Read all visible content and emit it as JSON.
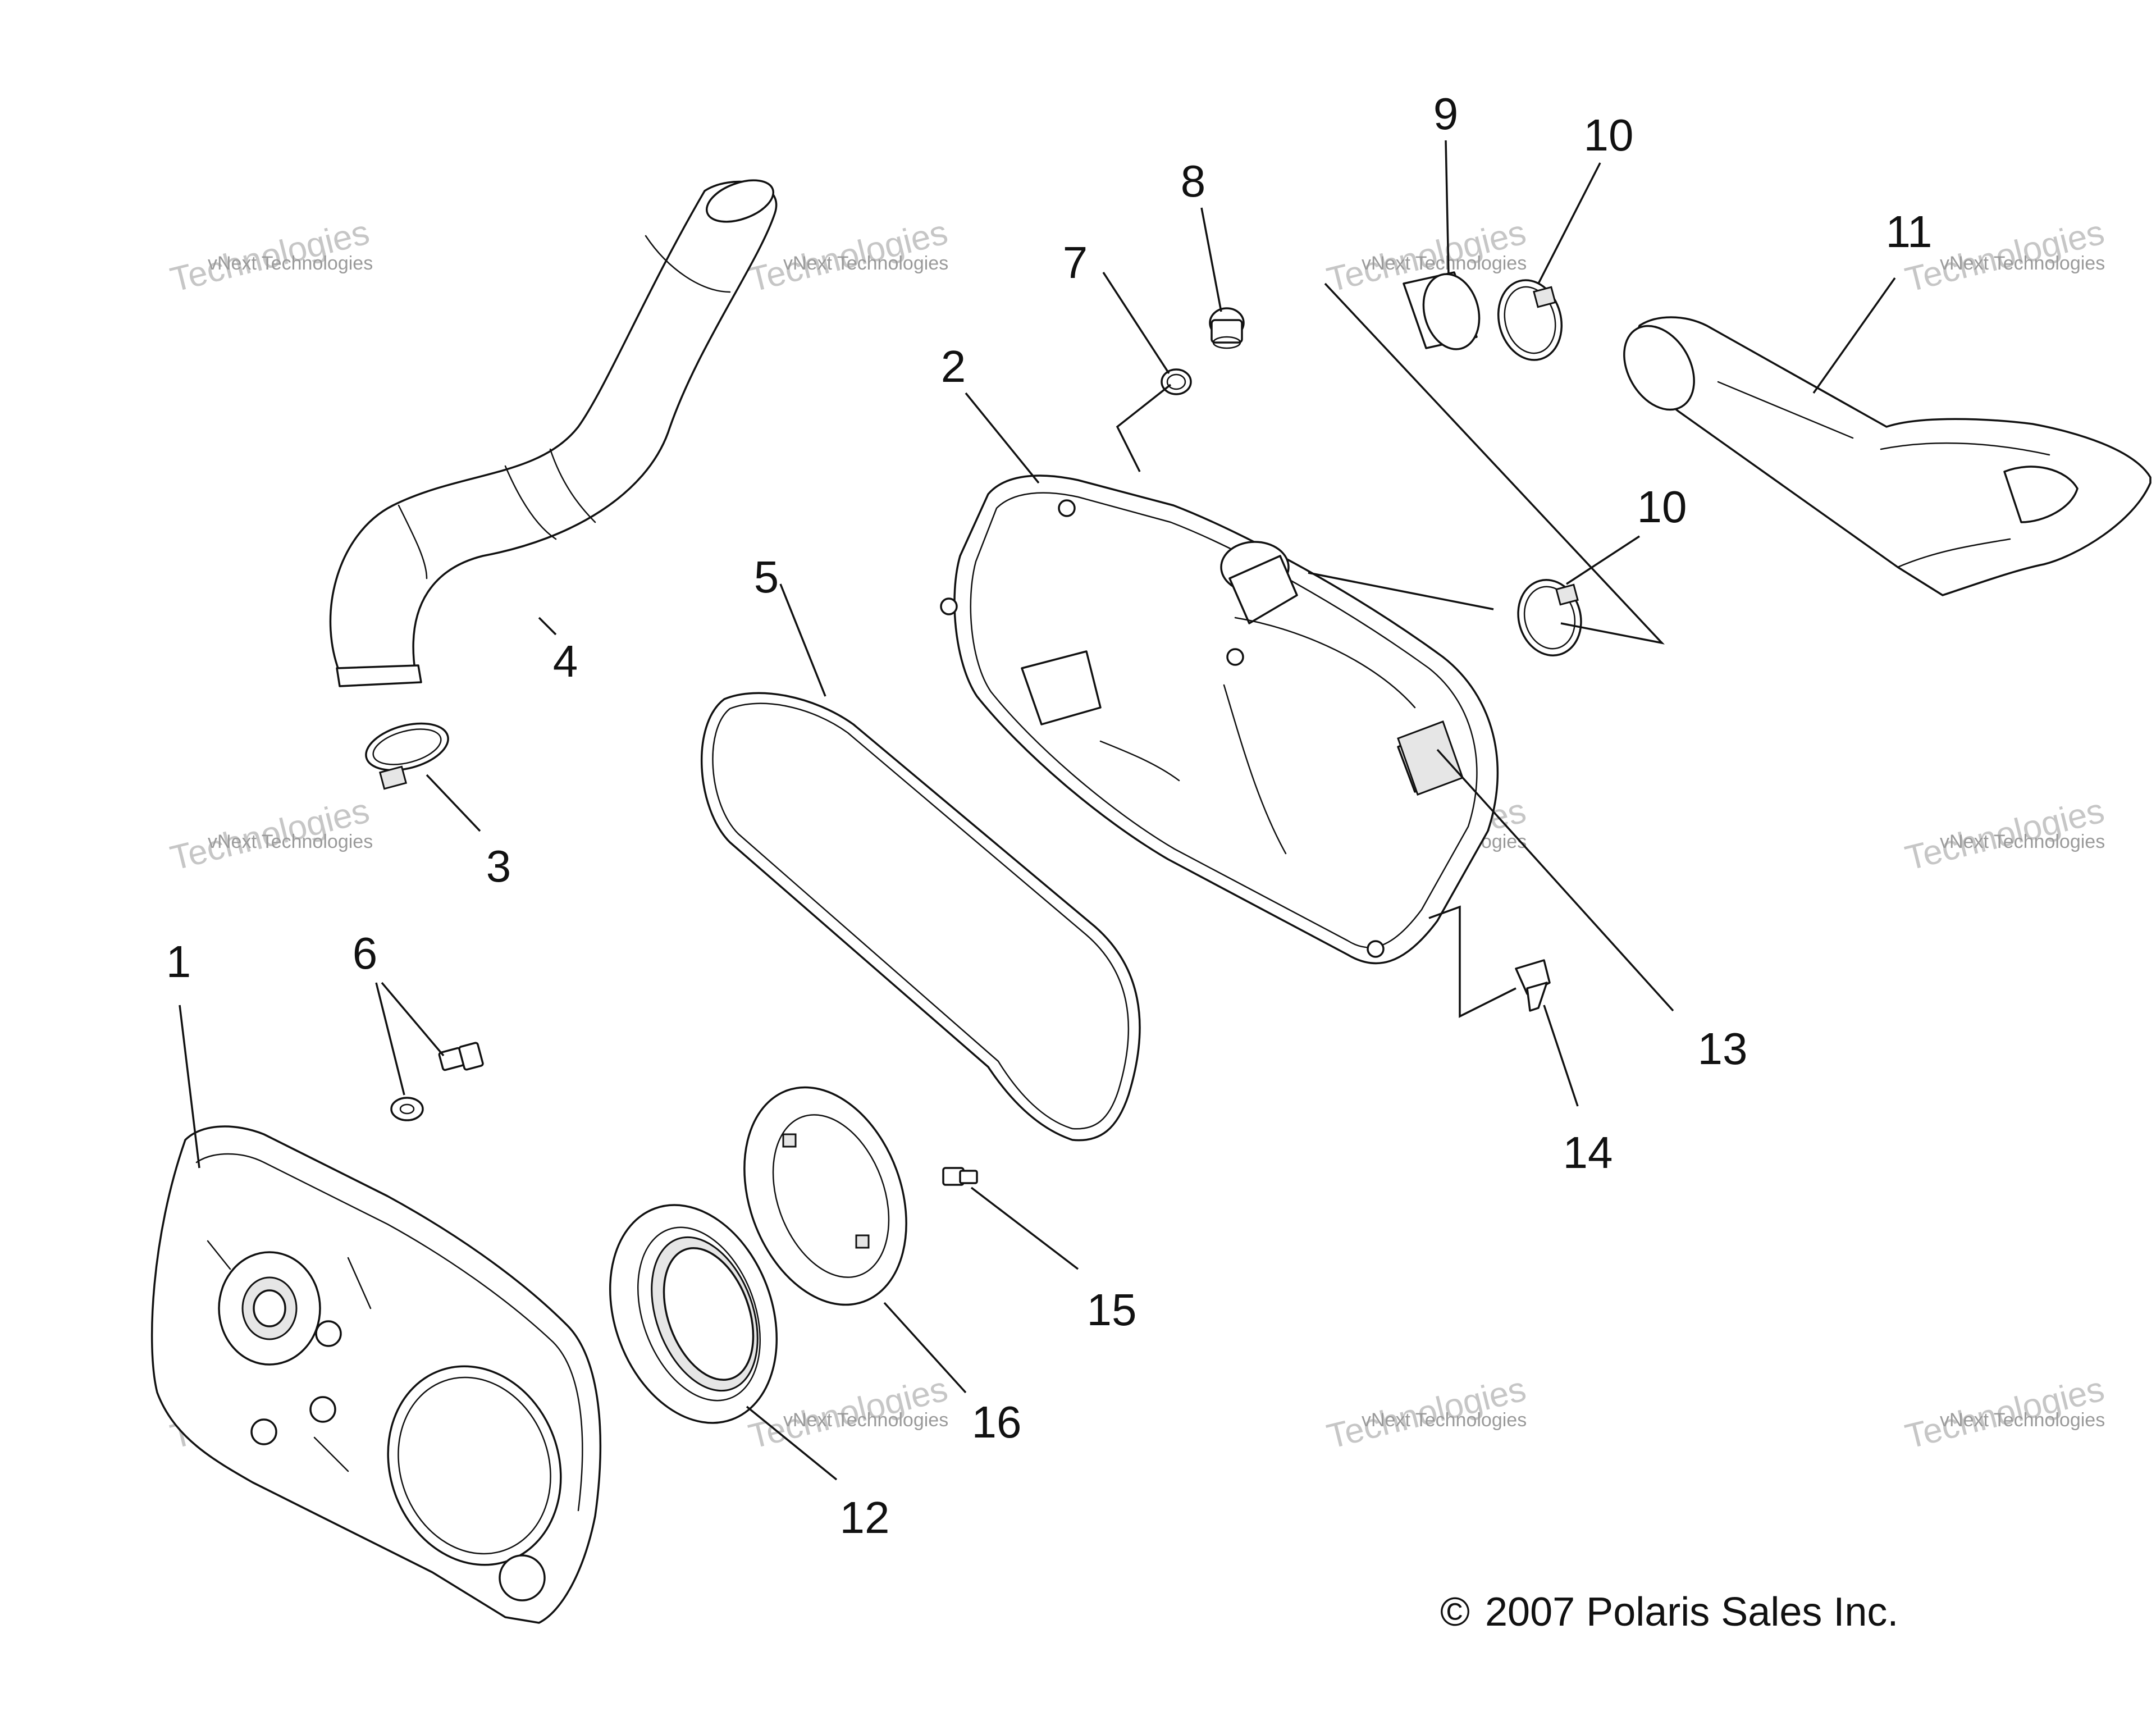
{
  "callouts": {
    "c1": "1",
    "c2": "2",
    "c3": "3",
    "c4": "4",
    "c5": "5",
    "c6": "6",
    "c7": "7",
    "c8": "8",
    "c9": "9",
    "c10a": "10",
    "c10b": "10",
    "c11": "11",
    "c12": "12",
    "c13": "13",
    "c14": "14",
    "c15": "15",
    "c16": "16"
  },
  "watermark": {
    "line1": "vNext Technologies",
    "line2": "Technologies"
  },
  "copyright": "2007 Polaris Sales Inc.",
  "copyright_symbol": "©"
}
